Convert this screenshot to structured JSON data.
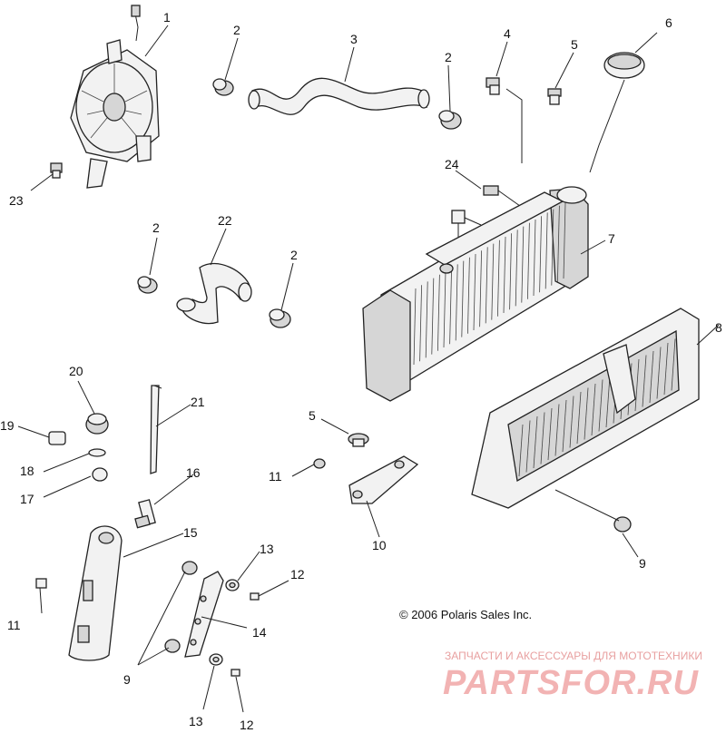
{
  "callouts": [
    {
      "id": "c1",
      "text": "1"
    },
    {
      "id": "c2a",
      "text": "2"
    },
    {
      "id": "c3",
      "text": "3"
    },
    {
      "id": "c2b",
      "text": "2"
    },
    {
      "id": "c4",
      "text": "4"
    },
    {
      "id": "c5a",
      "text": "5"
    },
    {
      "id": "c6",
      "text": "6"
    },
    {
      "id": "c23",
      "text": "23"
    },
    {
      "id": "c24",
      "text": "24"
    },
    {
      "id": "c7",
      "text": "7"
    },
    {
      "id": "c2c",
      "text": "2"
    },
    {
      "id": "c22",
      "text": "22"
    },
    {
      "id": "c2d",
      "text": "2"
    },
    {
      "id": "c8",
      "text": "8"
    },
    {
      "id": "c20",
      "text": "20"
    },
    {
      "id": "c21",
      "text": "21"
    },
    {
      "id": "c19",
      "text": "19"
    },
    {
      "id": "c5b",
      "text": "5"
    },
    {
      "id": "c18",
      "text": "18"
    },
    {
      "id": "c11a",
      "text": "11"
    },
    {
      "id": "c16",
      "text": "16"
    },
    {
      "id": "c17",
      "text": "17"
    },
    {
      "id": "c10",
      "text": "10"
    },
    {
      "id": "c15",
      "text": "15"
    },
    {
      "id": "c9a",
      "text": "9"
    },
    {
      "id": "c13a",
      "text": "13"
    },
    {
      "id": "c12a",
      "text": "12"
    },
    {
      "id": "c11b",
      "text": "11"
    },
    {
      "id": "c14",
      "text": "14"
    },
    {
      "id": "c9b",
      "text": "9"
    },
    {
      "id": "c13b",
      "text": "13"
    },
    {
      "id": "c12b",
      "text": "12"
    }
  ],
  "copyright": "© 2006 Polaris Sales Inc.",
  "watermark": {
    "tagline": "ЗАПЧАСТИ И АКСЕССУАРЫ ДЛЯ МОТОТЕХНИКИ",
    "brand": "PARTSFOR.RU"
  }
}
